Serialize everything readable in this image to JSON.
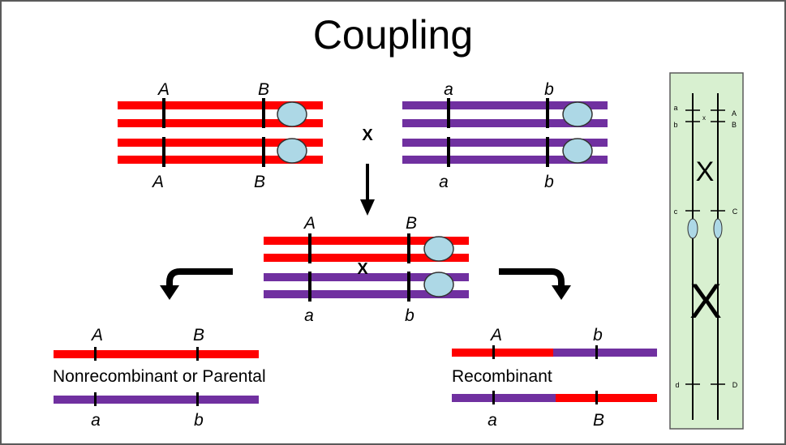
{
  "title": "Coupling",
  "parents": {
    "left": {
      "top_labels": [
        "A",
        "B"
      ],
      "bottom_labels": [
        "A",
        "B"
      ]
    },
    "cross": "X",
    "right": {
      "top_labels": [
        "a",
        "b"
      ],
      "bottom_labels": [
        "a",
        "b"
      ]
    }
  },
  "f1": {
    "top_labels": [
      "A",
      "B"
    ],
    "bottom_labels": [
      "a",
      "b"
    ],
    "cross": "X"
  },
  "outcomes": {
    "parental": {
      "label": "Nonrecombinant or Parental",
      "top_labels": [
        "A",
        "B"
      ],
      "bottom_labels": [
        "a",
        "b"
      ]
    },
    "recombinant": {
      "label": "Recombinant",
      "top_labels": [
        "A",
        "b"
      ],
      "bottom_labels": [
        "a",
        "B"
      ]
    }
  },
  "sidebar": {
    "labels": {
      "a": "a",
      "b": "b",
      "A": "A",
      "B": "B",
      "x": "x",
      "c": "c",
      "C": "C",
      "d": "d",
      "D": "D"
    },
    "crossovers": [
      "X",
      "X"
    ]
  },
  "colors": {
    "dominant": "#ff0000",
    "recessive": "#7030a0",
    "centromere": "#add8e6",
    "sidebar_bg": "#d8f0d0"
  }
}
